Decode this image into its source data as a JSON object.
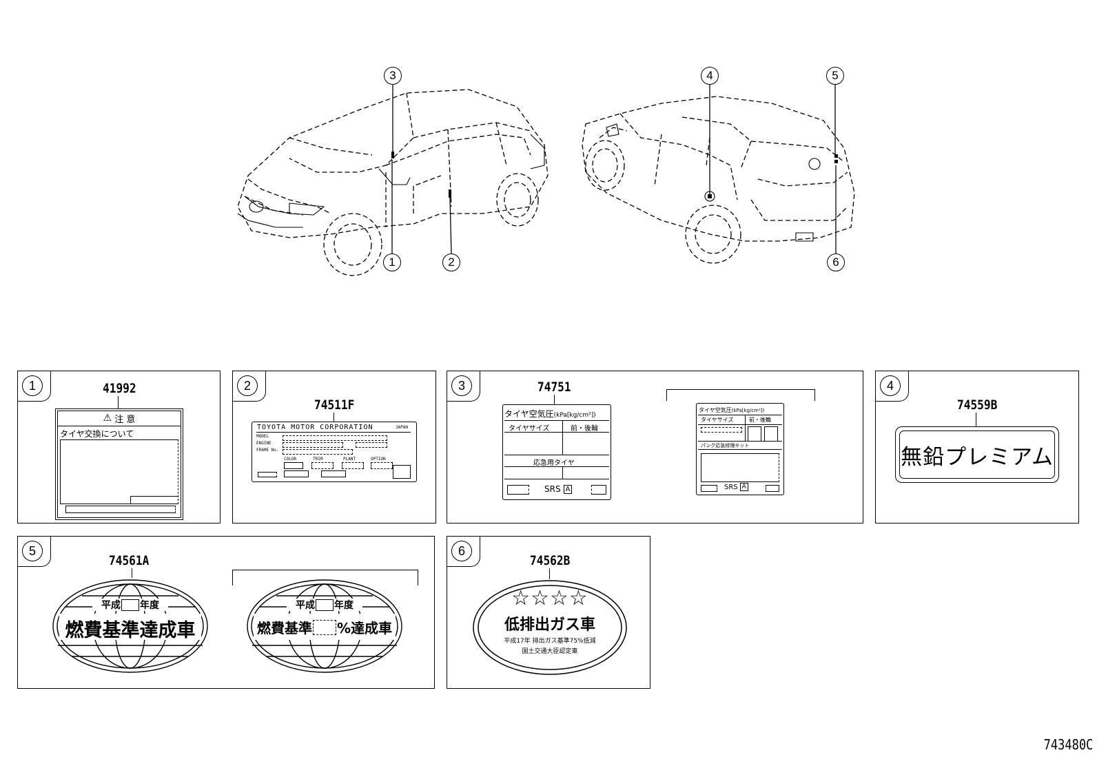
{
  "callouts": [
    "①",
    "②",
    "③",
    "④",
    "⑤",
    "⑥"
  ],
  "callout_numbers": [
    "1",
    "2",
    "3",
    "4",
    "5",
    "6"
  ],
  "panels": [
    {
      "num": "1",
      "part": "41992",
      "warn_title": "注 意",
      "warn_sub": "タイヤ交換について"
    },
    {
      "num": "2",
      "part": "74511F",
      "maker": "TOYOTA MOTOR CORPORATION",
      "country": "JAPAN",
      "model": "MODEL",
      "engine": "ENGINE",
      "frame": "FRAME No.",
      "color": "COLOR",
      "trim": "TRIM",
      "plant": "PLANT",
      "option": "OPTION"
    },
    {
      "num": "3",
      "part": "74751",
      "tire_title": "タイヤ空気圧",
      "tire_unit": "(kPa[kg/cm²])",
      "tire_size": "タイヤサイズ",
      "front_rear": "前・後輪",
      "spare": "応急用タイヤ",
      "srs": "SRS",
      "srs_box": "A",
      "alt_title": "タイヤ空気圧",
      "alt_unit": "(kPa[kg/cm²])",
      "alt_size": "タイヤサイズ",
      "alt_front_rear": "前・後輪",
      "alt_kit": "パンク応急修理キット",
      "alt_srs": "SRS",
      "alt_srs_box": "A"
    },
    {
      "num": "4",
      "part": "74559B",
      "fuel": "無鉛プレミアム"
    },
    {
      "num": "5",
      "part": "74561A",
      "year_pre": "平成",
      "year_post": "年度",
      "std1": "燃費基準達成車",
      "std2_pre": "燃費基準",
      "std2_post": "%達成車"
    },
    {
      "num": "6",
      "part": "74562B",
      "stars": "☆☆☆☆",
      "emission": "低排出ガス車",
      "emission_note": "平成17年 排出ガス基準75%低減",
      "ministry": "国土交通大臣認定車"
    }
  ],
  "doc_id": "743480C"
}
